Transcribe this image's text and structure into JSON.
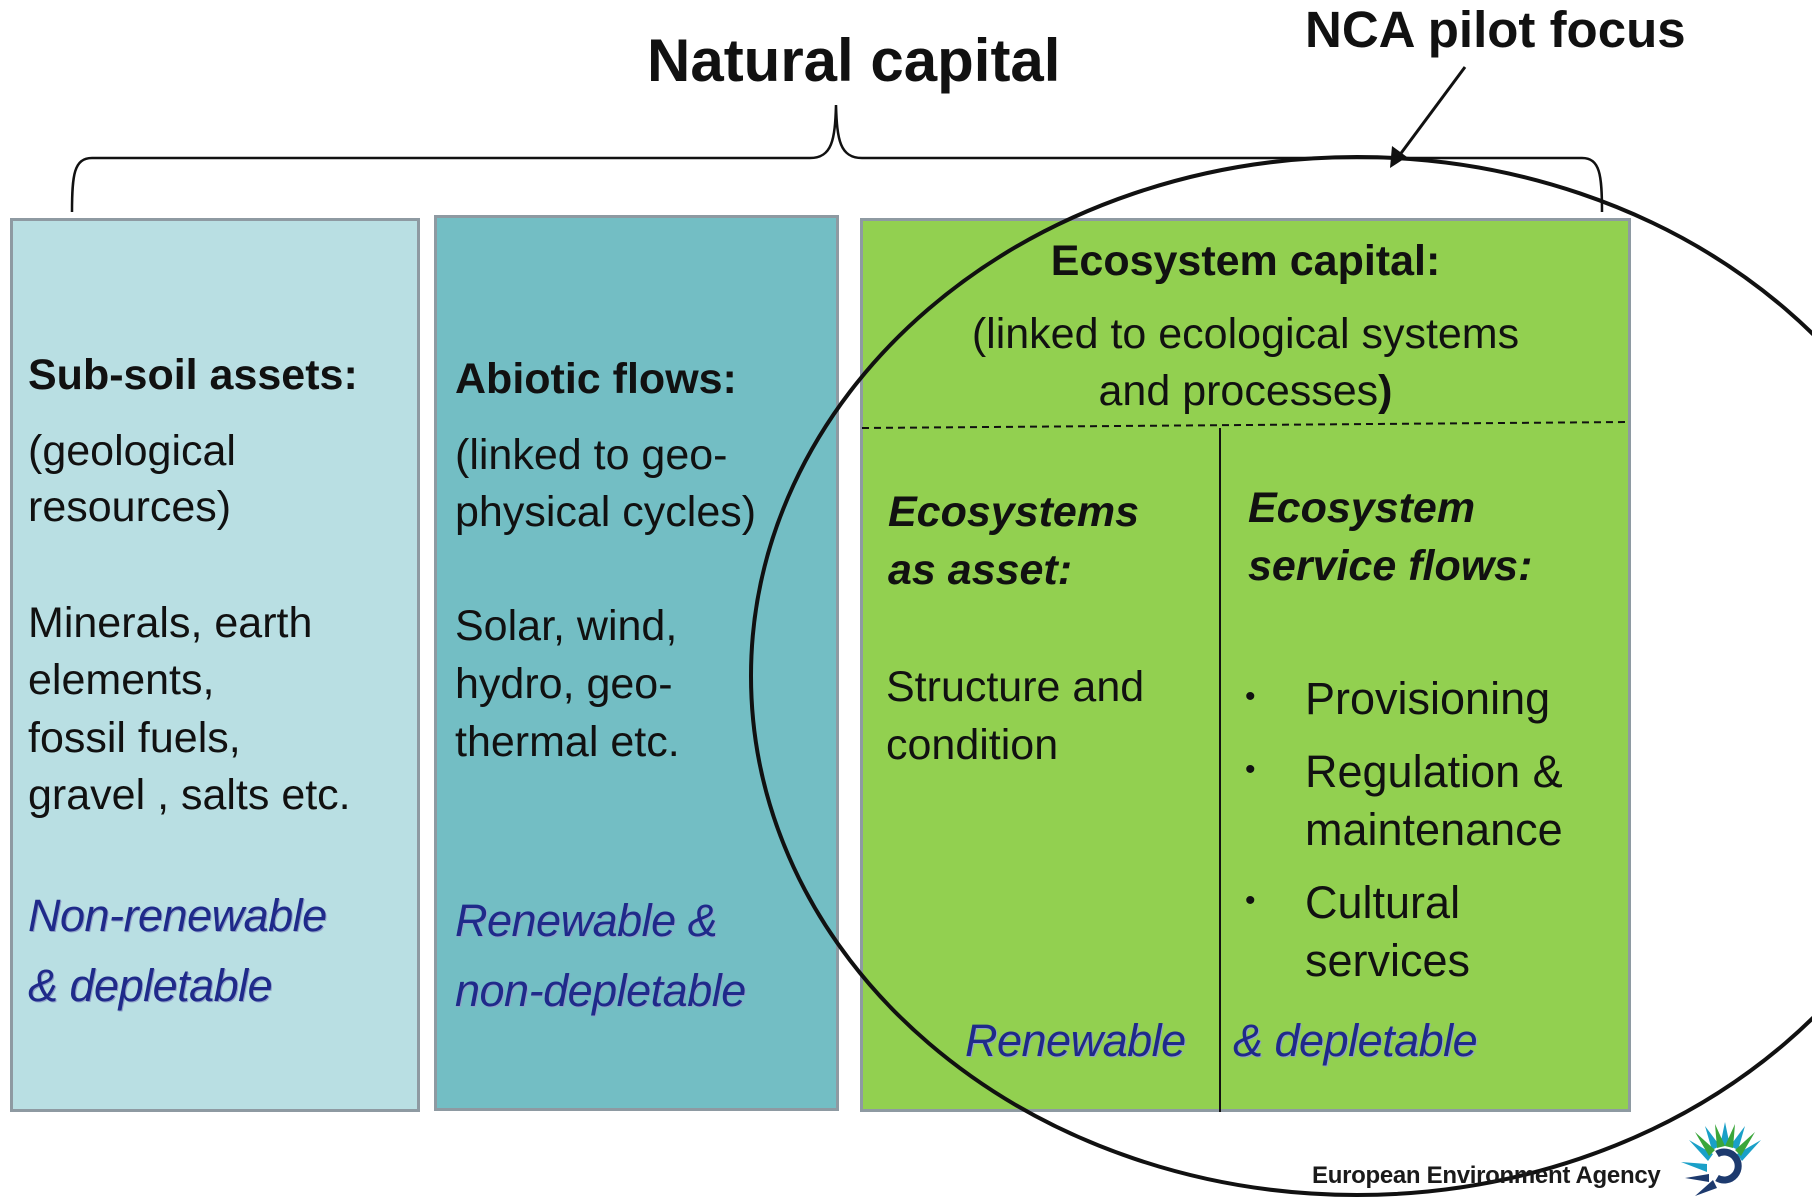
{
  "title": "Natural capital",
  "pilot_focus": "NCA pilot focus",
  "columns": {
    "subsoil": {
      "heading": "Sub-soil assets:",
      "subtitle_lines": [
        "(geological",
        "resources)"
      ],
      "examples_lines": [
        "Minerals, earth",
        "elements,",
        "fossil fuels,",
        "gravel , salts etc."
      ],
      "property_lines": [
        "Non-renewable",
        "& depletable"
      ]
    },
    "abiotic": {
      "heading": "Abiotic flows:",
      "subtitle_lines": [
        "(linked to geo-",
        "physical cycles)"
      ],
      "examples_lines": [
        "Solar, wind,",
        "hydro, geo-",
        "thermal etc."
      ],
      "property_lines": [
        "Renewable &",
        "non-depletable"
      ]
    },
    "ecosystem": {
      "heading": "Ecosystem capital:",
      "subtitle_line1": "(linked to ecological systems",
      "subtitle_line2": "and processes",
      "subtitle_close": ")",
      "asset": {
        "heading_lines": [
          "Ecosystems",
          "as asset:"
        ],
        "body_lines": [
          "Structure and",
          "condition"
        ]
      },
      "services": {
        "heading_lines": [
          "Ecosystem",
          "service flows:"
        ],
        "bullet": "•",
        "items": [
          {
            "lines": [
              "Provisioning"
            ]
          },
          {
            "lines": [
              "Regulation &",
              "maintenance"
            ]
          },
          {
            "lines": [
              "Cultural",
              "services"
            ]
          }
        ]
      },
      "property_left": "Renewable",
      "property_right": "&  depletable"
    }
  },
  "footer": {
    "agency": "European Environment Agency",
    "logo_icon": "eea-sun-logo-icon"
  },
  "colors": {
    "subsoil_fill": "#b9dfe3",
    "abiotic_fill": "#73bec4",
    "ecosystem_fill": "#92d050",
    "box_border": "#8e9aa2",
    "property_text": "#1f2a8a",
    "logo_blue": "#1aa0c8",
    "logo_navy": "#1d3a6e",
    "logo_green": "#3aa63a"
  }
}
